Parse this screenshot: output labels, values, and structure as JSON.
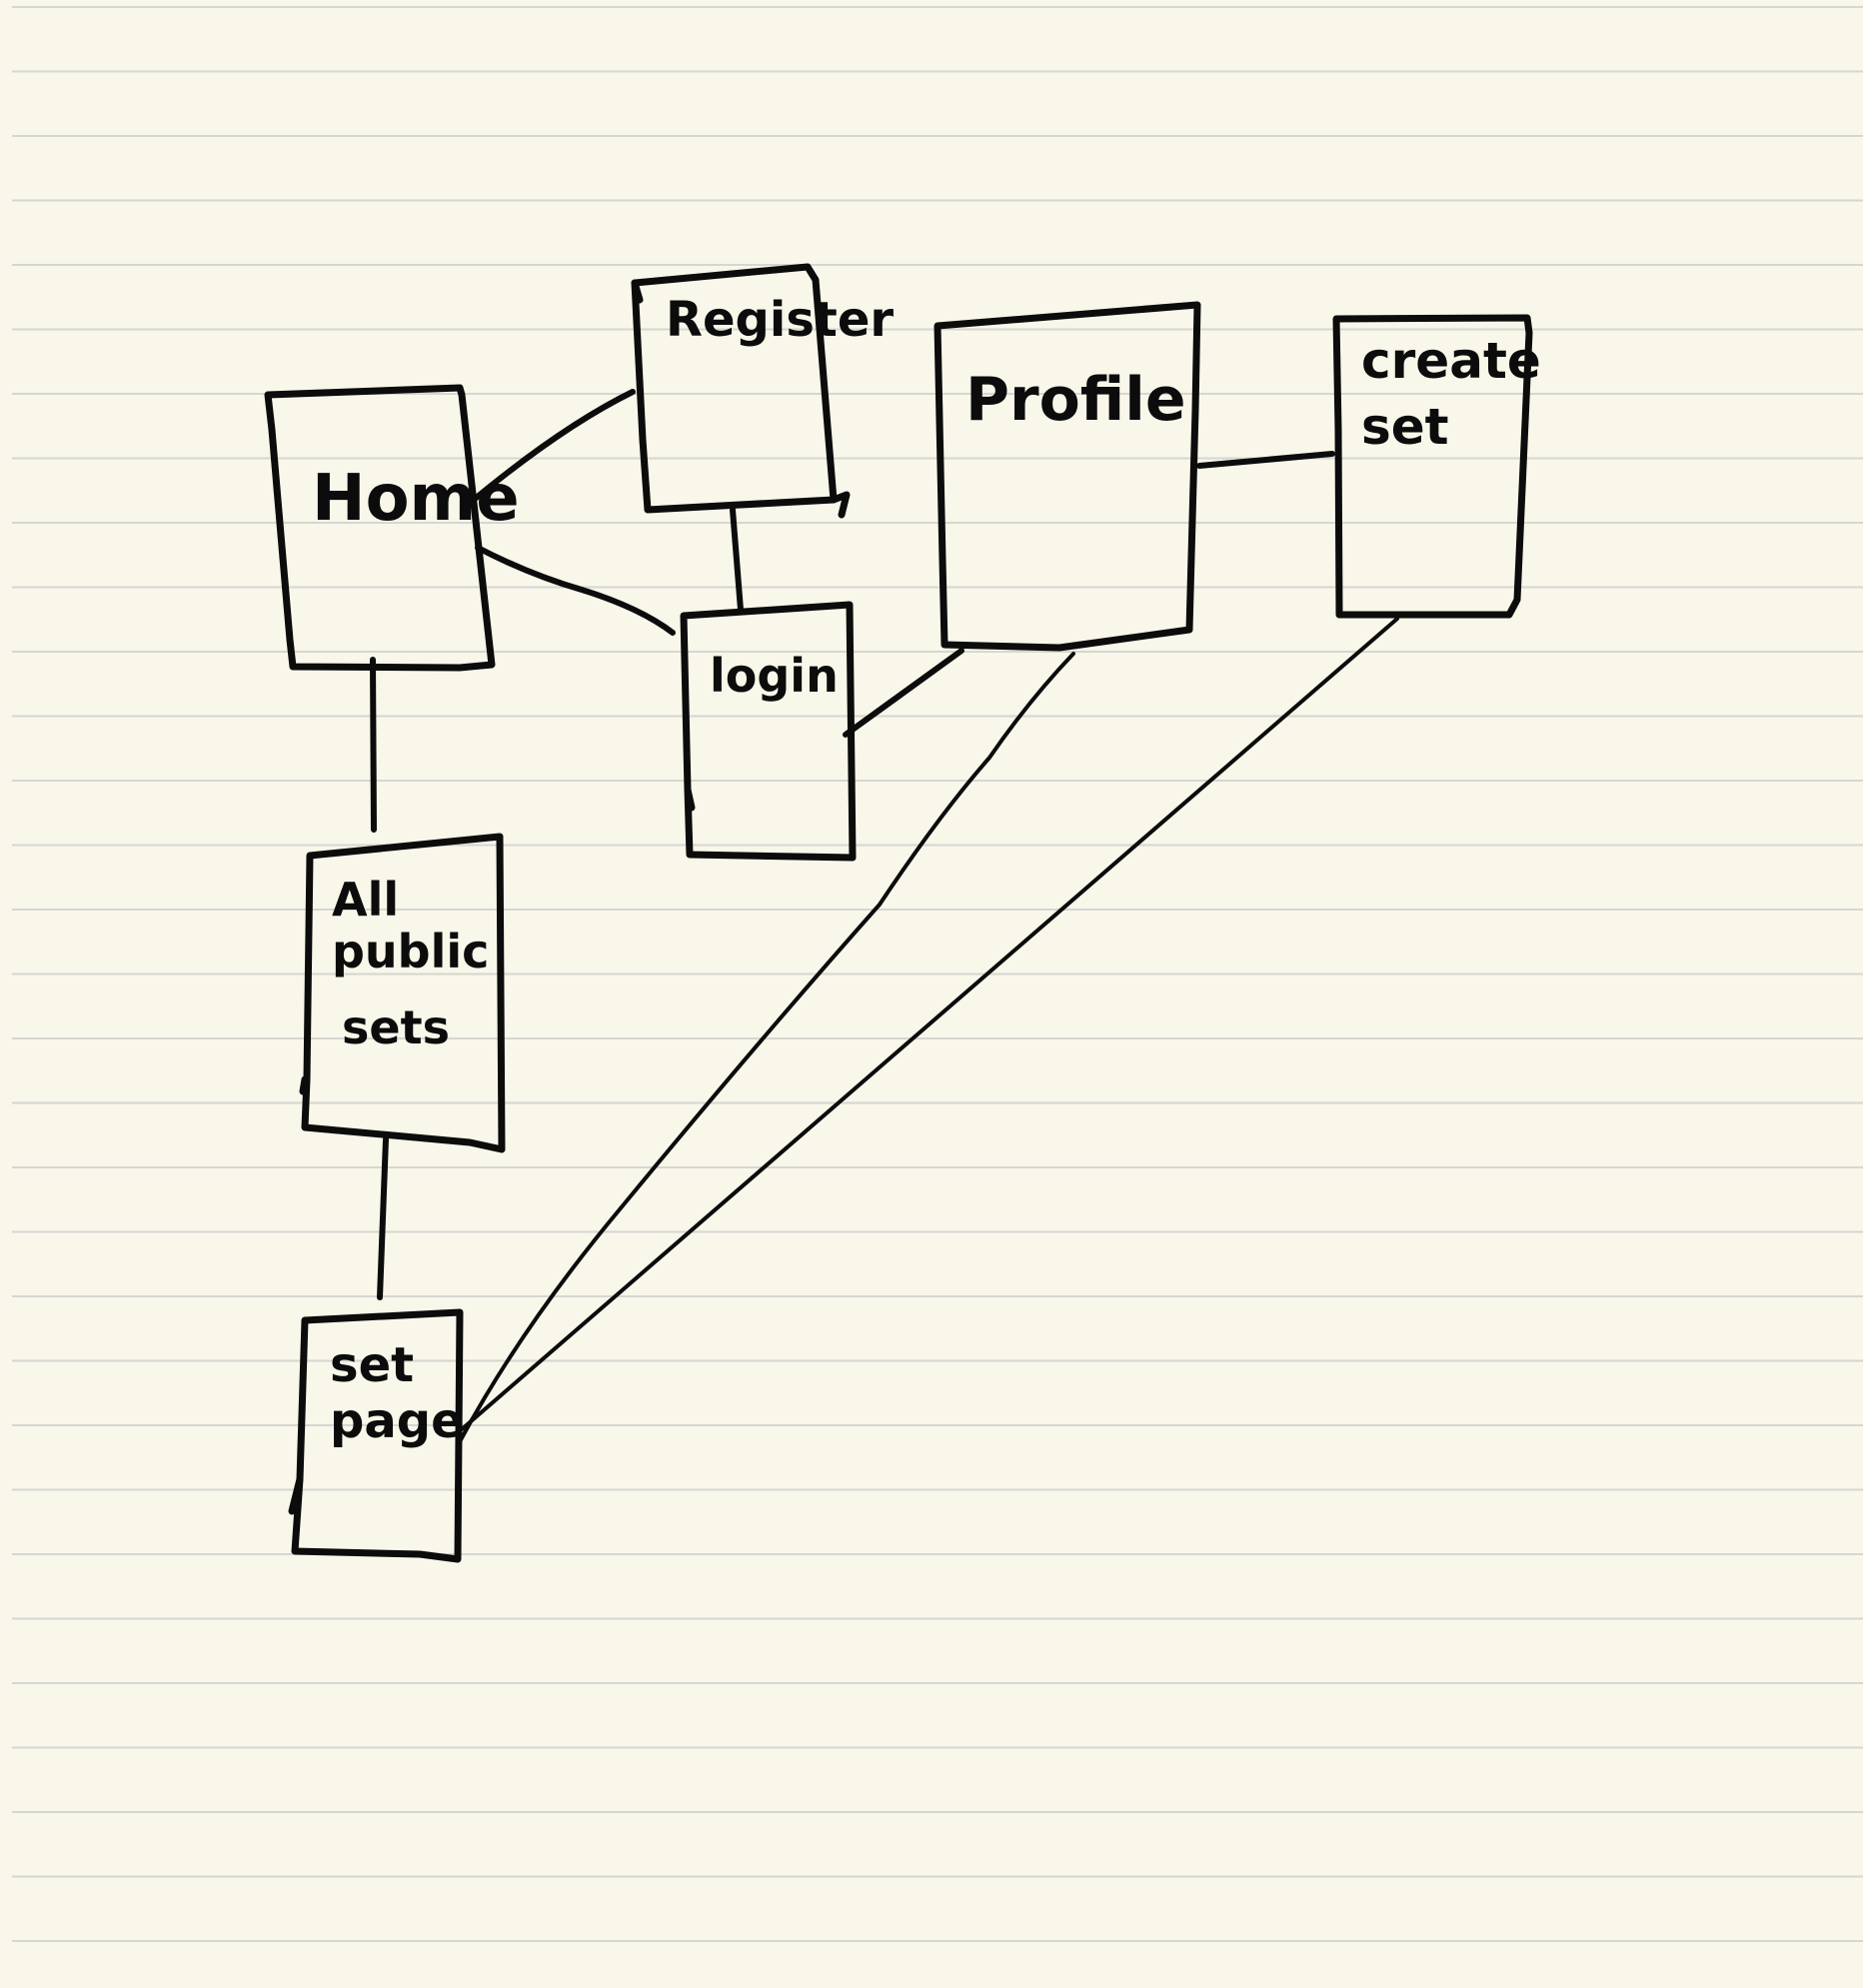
{
  "diagram": {
    "nodes": [
      {
        "id": "home",
        "lines": [
          "Home"
        ]
      },
      {
        "id": "register",
        "lines": [
          "Register"
        ]
      },
      {
        "id": "login",
        "lines": [
          "login"
        ]
      },
      {
        "id": "profile",
        "lines": [
          "Profile"
        ]
      },
      {
        "id": "create-set",
        "lines": [
          "create",
          "set"
        ]
      },
      {
        "id": "all-public-sets",
        "lines": [
          "All",
          "public",
          "sets"
        ]
      },
      {
        "id": "set-page",
        "lines": [
          "set",
          "page"
        ]
      }
    ],
    "edges": [
      {
        "from": "home",
        "to": "register"
      },
      {
        "from": "home",
        "to": "login"
      },
      {
        "from": "register",
        "to": "login"
      },
      {
        "from": "login",
        "to": "profile"
      },
      {
        "from": "profile",
        "to": "create-set"
      },
      {
        "from": "home",
        "to": "all-public-sets"
      },
      {
        "from": "all-public-sets",
        "to": "set-page"
      },
      {
        "from": "profile",
        "to": "set-page"
      },
      {
        "from": "create-set",
        "to": "set-page"
      }
    ]
  }
}
